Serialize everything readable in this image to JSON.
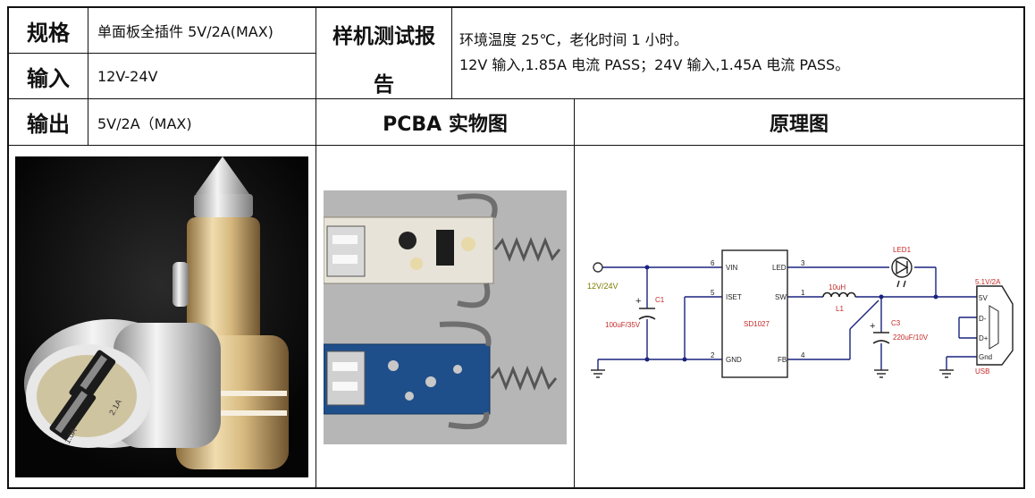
{
  "spec": {
    "label": "规格",
    "value": "单面板全插件 5V/2A(MAX)"
  },
  "input": {
    "label": "输入",
    "value": "12V-24V"
  },
  "output": {
    "label": "输出",
    "value": "5V/2A（MAX)"
  },
  "test_report": {
    "label_line1": "样机测试报",
    "label_line2": "告",
    "line1": "环境温度 25℃，老化时间 1 小时。",
    "line2": "12V 输入,1.85A 电流 PASS；24V 输入,1.45A 电流  PASS。"
  },
  "section_headers": {
    "pcba": "PCBA 实物图",
    "schematic": "原理图"
  },
  "product_photo": {
    "port_label_1": "2.1A",
    "port_label_2": "1.0A"
  },
  "schematic": {
    "ic_name": "SD1027",
    "pins": {
      "vin": "VIN",
      "iset": "ISET",
      "gnd": "GND",
      "led": "LED",
      "sw": "SW",
      "fb": "FB"
    },
    "pin_numbers": {
      "vin": "6",
      "iset": "5",
      "gnd": "2",
      "led": "3",
      "sw": "1",
      "fb": "4"
    },
    "input_label": "12V/24V",
    "c1_name": "C1",
    "c1_value": "100uF/35V",
    "l1_value": "10uH",
    "l1_name": "L1",
    "led_name": "LED1",
    "c3_name": "C3",
    "c3_value": "220uF/10V",
    "out_label": "5.1V/2A",
    "usb_pins": [
      "5V",
      "D-",
      "D+",
      "Gnd"
    ],
    "usb_name": "USB",
    "plus": "+"
  },
  "colors": {
    "border": "#111111",
    "wire": "#1a237e",
    "label_red": "#c62828",
    "label_olive": "#7a7a00",
    "gold_body": "#d9c08f",
    "silver_body": "#cfcfcf",
    "pcb_blue": "#1f4f8a"
  }
}
